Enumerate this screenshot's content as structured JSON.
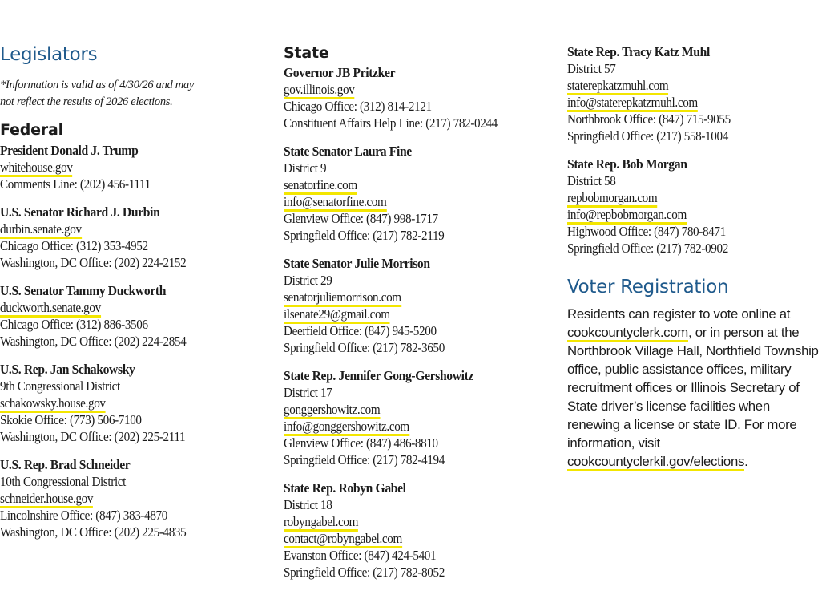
{
  "legislators": {
    "title": "Legislators",
    "note_line1": "*Information is valid as of 4/30/26 and may",
    "note_line2": "not reflect the results of 2026 elections."
  },
  "federal": {
    "title": "Federal",
    "entries": [
      {
        "name": "President Donald J. Trump",
        "website": "whitehouse.gov",
        "line1": "Comments Line: (202) 456-1111"
      },
      {
        "name": "U.S. Senator Richard J. Durbin",
        "website": "durbin.senate.gov",
        "line1": "Chicago Office: (312) 353-4952",
        "line2": "Washington, DC Office: (202) 224-2152"
      },
      {
        "name": "U.S. Senator Tammy Duckworth",
        "website": "duckworth.senate.gov",
        "line1": "Chicago Office: (312) 886-3506",
        "line2": "Washington, DC Office: (202) 224-2854"
      },
      {
        "name": "U.S. Rep. Jan Schakowsky",
        "district": "9th Congressional District",
        "website": "schakowsky.house.gov",
        "line1": "Skokie Office: (773) 506-7100",
        "line2": "Washington, DC Office: (202) 225-2111"
      },
      {
        "name": "U.S. Rep. Brad Schneider",
        "district": "10th Congressional District",
        "website": "schneider.house.gov",
        "line1": "Lincolnshire Office: (847) 383-4870",
        "line2": "Washington, DC Office: (202) 225-4835"
      }
    ]
  },
  "state": {
    "title": "State",
    "entries": [
      {
        "name": "Governor JB Pritzker",
        "website": "gov.illinois.gov",
        "line1": "Chicago Office: (312) 814-2121",
        "line2": "Constituent Affairs Help Line: (217) 782-0244"
      },
      {
        "name": "State Senator Laura Fine",
        "district": "District 9",
        "website": "senatorfine.com",
        "email": "info@senatorfine.com",
        "line1": "Glenview Office: (847) 998-1717",
        "line2": "Springfield Office: (217) 782-2119"
      },
      {
        "name": "State Senator Julie Morrison",
        "district": "District 29",
        "website": "senatorjuliemorrison.com",
        "email": "ilsenate29@gmail.com",
        "line1": "Deerfield Office: (847) 945-5200",
        "line2": "Springfield Office: (217) 782-3650"
      },
      {
        "name": "State Rep. Jennifer Gong-Gershowitz",
        "district": "District 17",
        "website": "gonggershowitz.com",
        "email": "info@gonggershowitz.com",
        "line1": "Glenview Office: (847) 486-8810",
        "line2": "Springfield Office: (217) 782-4194"
      },
      {
        "name": "State Rep. Robyn Gabel",
        "district": "District 18",
        "website": "robyngabel.com",
        "email": "contact@robyngabel.com",
        "line1": "Evanston Office: (847) 424-5401",
        "line2": "Springfield Office: (217) 782-8052"
      },
      {
        "name": "State Rep. Tracy Katz Muhl",
        "district": "District 57",
        "website": "staterepkatzmuhl.com",
        "email": "info@staterepkatzmuhl.com",
        "line1": "Northbrook Office: (847) 715-9055",
        "line2": "Springfield Office: (217) 558-1004"
      },
      {
        "name": "State Rep. Bob Morgan",
        "district": "District 58",
        "website": "repbobmorgan.com",
        "email": "info@repbobmorgan.com",
        "line1": "Highwood Office: (847) 780-8471",
        "line2": "Springfield Office: (217) 782-0902"
      }
    ]
  },
  "voter": {
    "title": "Voter Registration",
    "text1": "Residents can register to vote online at",
    "link1": "cookcountyclerk.com",
    "text2": ", or in person at the Northbrook Village Hall, Northfield Township office, public assistance offices, military recruitment offices or Illinois Secretary of State driver’s license facilities when renewing a license or state ID. For more information, visit",
    "link2": "cookcountyclerkil.gov/elections",
    "text3": "."
  },
  "colors": {
    "heading": "#1f5a8c",
    "highlight": "#f3e600",
    "text": "#1c1c1c"
  }
}
